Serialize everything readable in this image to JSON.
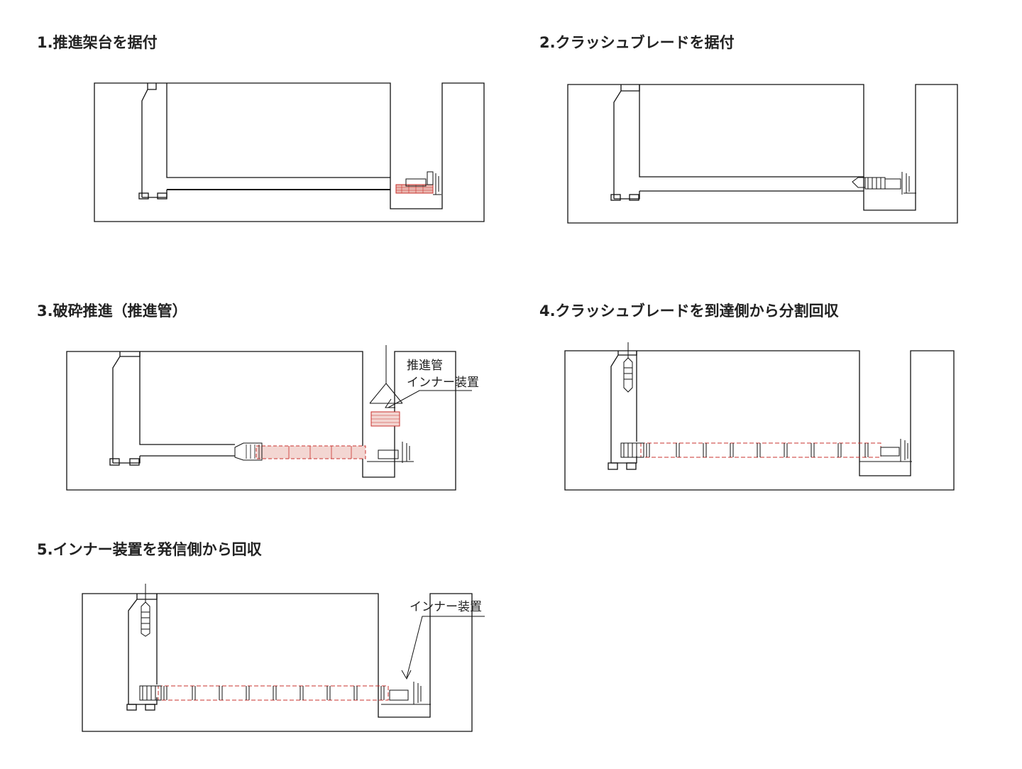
{
  "steps": [
    {
      "title": "1.推進架台を据付"
    },
    {
      "title": "2.クラッシュブレードを据付"
    },
    {
      "title": "3.破砕推進（推進管）",
      "labels": {
        "pipe": "推進管",
        "inner": "インナー装置"
      }
    },
    {
      "title": "4.クラッシュブレードを到達側から分割回収"
    },
    {
      "title": "5.インナー装置を発信側から回収",
      "labels": {
        "inner": "インナー装置"
      }
    }
  ],
  "colors": {
    "line": "#111111",
    "hatch": "#c9302c",
    "hatch_fill": "#e9b7b0"
  }
}
